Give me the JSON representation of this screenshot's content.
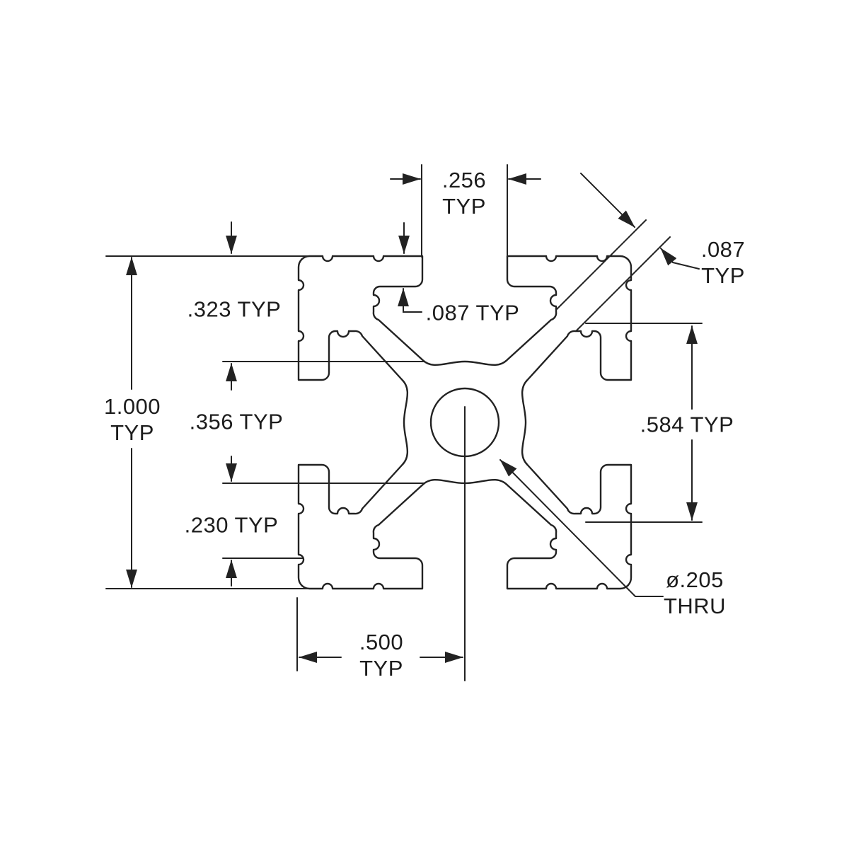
{
  "drawing": {
    "bg_color": "#ffffff",
    "line_color": "#222222",
    "dimensions": {
      "slot_width": {
        "value": ".256",
        "qualifier": "TYP"
      },
      "diag_wall": {
        "value": ".087",
        "qualifier": "TYP"
      },
      "slot_depth": {
        "text": ".323 TYP"
      },
      "lip_thickness": {
        "text": ".087 TYP"
      },
      "overall_size": {
        "value": "1.000",
        "qualifier": "TYP"
      },
      "center_boss": {
        "text": ".356 TYP"
      },
      "right_span": {
        "text": ".584 TYP"
      },
      "lip_to_boss": {
        "text": ".230 TYP"
      },
      "thru_hole": {
        "value": "ø.205",
        "qualifier": "THRU"
      },
      "half_width": {
        "value": ".500",
        "qualifier": "TYP"
      }
    }
  }
}
